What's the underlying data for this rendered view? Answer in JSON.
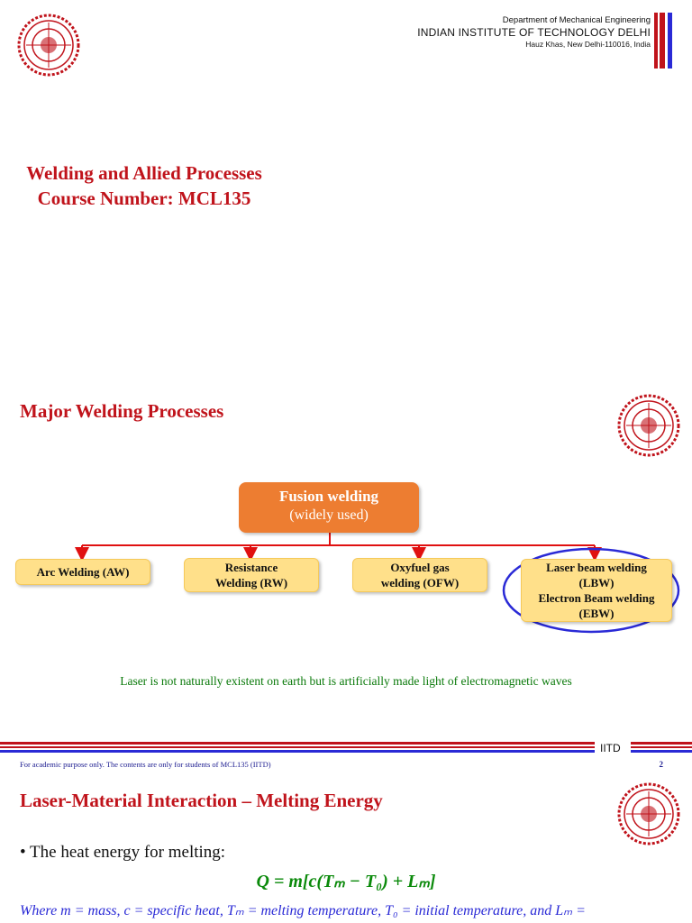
{
  "header": {
    "department": "Department of Mechanical Engineering",
    "institute": "INDIAN INSTITUTE OF TECHNOLOGY DELHI",
    "address": "Hauz Khas, New Delhi-110016, India"
  },
  "course": {
    "title": "Welding and Allied Processes",
    "number": "Course Number: MCL135"
  },
  "slide2": {
    "title": "Major Welding Processes",
    "root": {
      "label": "Fusion welding",
      "sub": "(widely used)"
    },
    "processes": [
      {
        "lines": [
          "Arc Welding (AW)"
        ]
      },
      {
        "lines": [
          "Resistance",
          "Welding (RW)"
        ]
      },
      {
        "lines": [
          "Oxyfuel gas",
          "welding (OFW)"
        ]
      },
      {
        "lines": [
          "Laser beam welding",
          "(LBW)",
          "Electron Beam welding",
          "(EBW)"
        ]
      }
    ],
    "note": "Laser is not naturally existent on earth but is artificially made light of electromagnetic waves",
    "footer": "For academic purpose only. The contents are only for students of MCL135 (IITD)",
    "page": "2",
    "brand": "IITD"
  },
  "slide3": {
    "title": "Laser-Material Interaction – Melting Energy",
    "bullet": "• The heat energy for melting:",
    "formula": "Q = m[c(Tₘ − T₀) + Lₘ]",
    "where": "Where m = mass, c = specific heat, Tₘ = melting temperature, T₀ = initial temperature, and Lₘ ="
  },
  "colors": {
    "title_red": "#c0131b",
    "orange": "#ed7d31",
    "box_yellow": "#ffe08a",
    "green": "#0b7a0b",
    "blue": "#2a2ad6"
  }
}
